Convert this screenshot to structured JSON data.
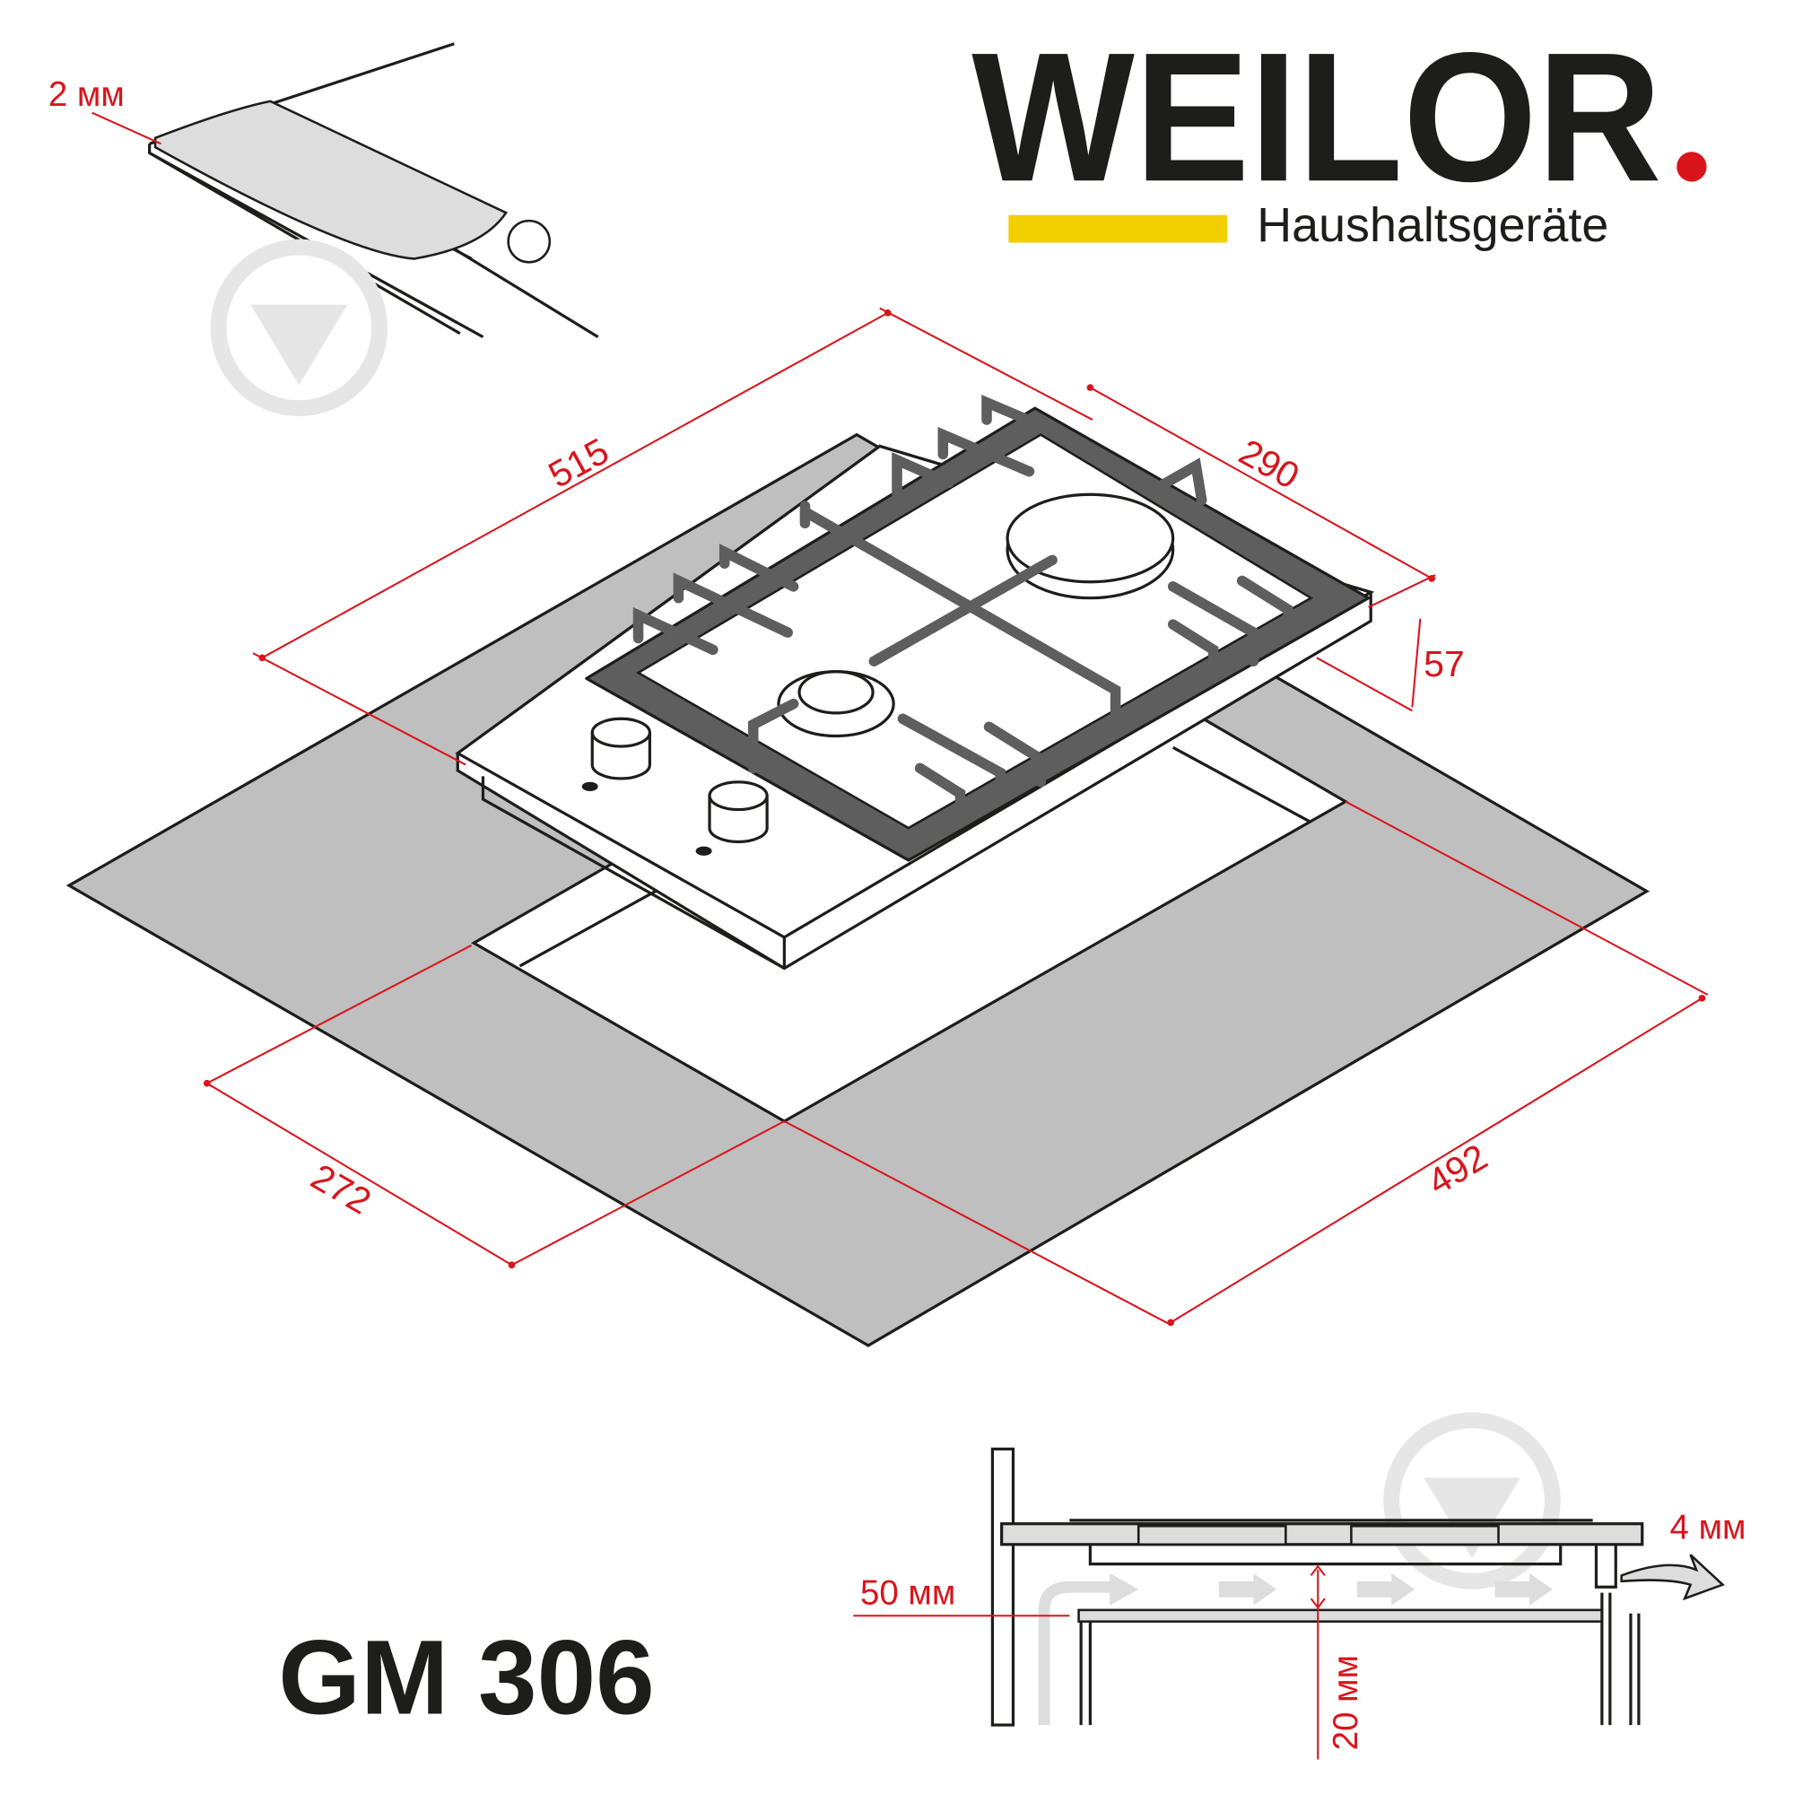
{
  "brand": {
    "name": "WEILOR",
    "tagline": "Haushaltsgeräte",
    "accent_yellow": "#f2cf00",
    "accent_red": "#d9141b"
  },
  "model": "GM 306",
  "dimensions": {
    "seal": "2 мм",
    "width": "515",
    "depth": "290",
    "height": "57",
    "cutout_depth": "272",
    "cutout_width": "492",
    "clearance_wall": "50 мм",
    "clearance_gap": "4 мм",
    "clearance_bottom": "20 мм"
  },
  "colors": {
    "dimension": "#d9141b",
    "countertop": "#bfbfbf",
    "grate": "#5e5e5e",
    "line": "#1d1d1b"
  }
}
